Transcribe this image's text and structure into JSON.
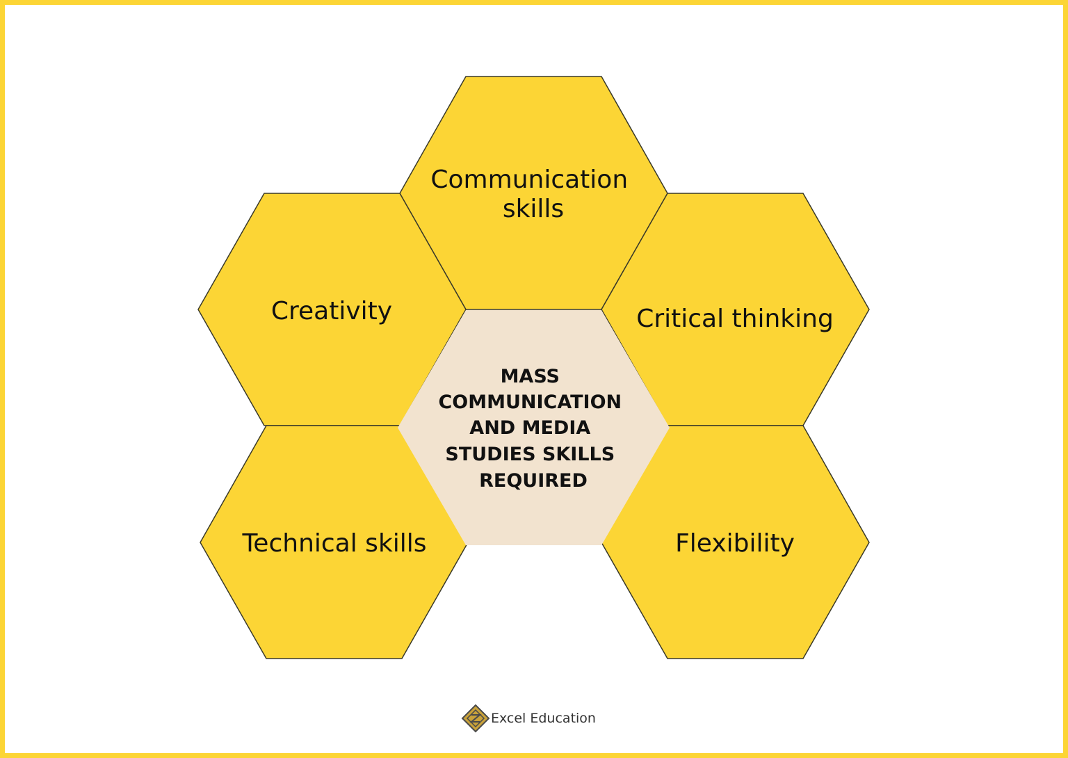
{
  "colors": {
    "frame": "#fcd535",
    "hex_fill": "#fcd535",
    "center_fill": "#f2e3cf",
    "stroke": "#3a3a2a",
    "text": "#111111"
  },
  "center": {
    "lines": [
      "MASS",
      "COMMUNICATION",
      "AND MEDIA",
      "STUDIES SKILLS",
      "REQUIRED"
    ]
  },
  "skills": [
    {
      "lines": [
        "Communication",
        "skills"
      ]
    },
    {
      "lines": [
        "Creativity"
      ]
    },
    {
      "lines": [
        "Critical thinking"
      ]
    },
    {
      "lines": [
        "Technical skills"
      ]
    },
    {
      "lines": [
        "Flexibility"
      ]
    }
  ],
  "brand": {
    "name": "Excel Education",
    "icon": "excel-education-logo-icon"
  }
}
